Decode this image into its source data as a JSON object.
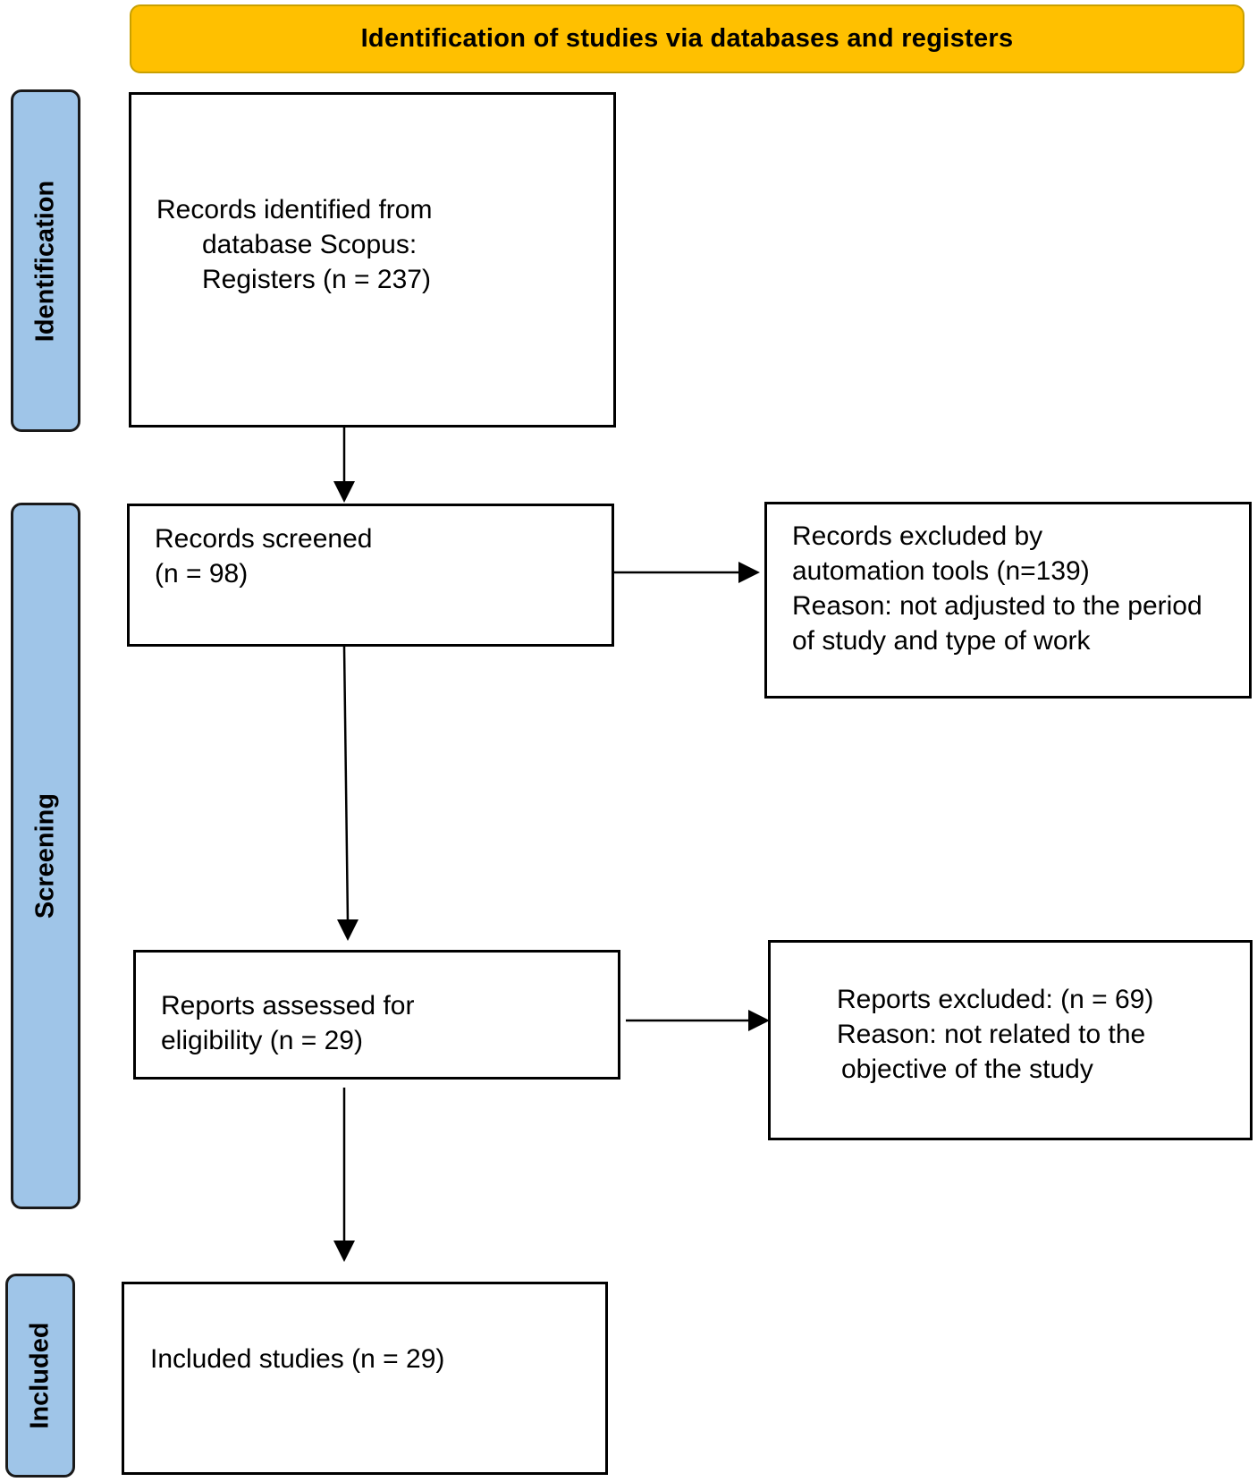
{
  "header": {
    "title": "Identification of studies via databases and registers"
  },
  "phases": {
    "identification": "Identification",
    "screening": "Screening",
    "included": "Included"
  },
  "boxes": {
    "identified": {
      "line1": "Records identified from",
      "line2": "database Scopus:",
      "line3": "Registers (n = 237)"
    },
    "screened": {
      "line1": "Records screened",
      "line2": "(n = 98)"
    },
    "excluded_auto": {
      "line1": "Records excluded by",
      "line2": "automation tools (n=139)",
      "line3": "Reason: not adjusted to the period",
      "line4": "of study and type of work"
    },
    "assessed": {
      "line1": "Reports assessed for",
      "line2": "eligibility (n = 29)"
    },
    "reports_excluded": {
      "line1": "Reports excluded: (n = 69)",
      "line2": "Reason: not related to the",
      "line3": "objective of the study"
    },
    "included": {
      "line1": "Included studies (n = 29)"
    }
  },
  "colors": {
    "header_fill": "#ffc000",
    "phase_fill": "#9fc5e8",
    "line": "#000000"
  }
}
